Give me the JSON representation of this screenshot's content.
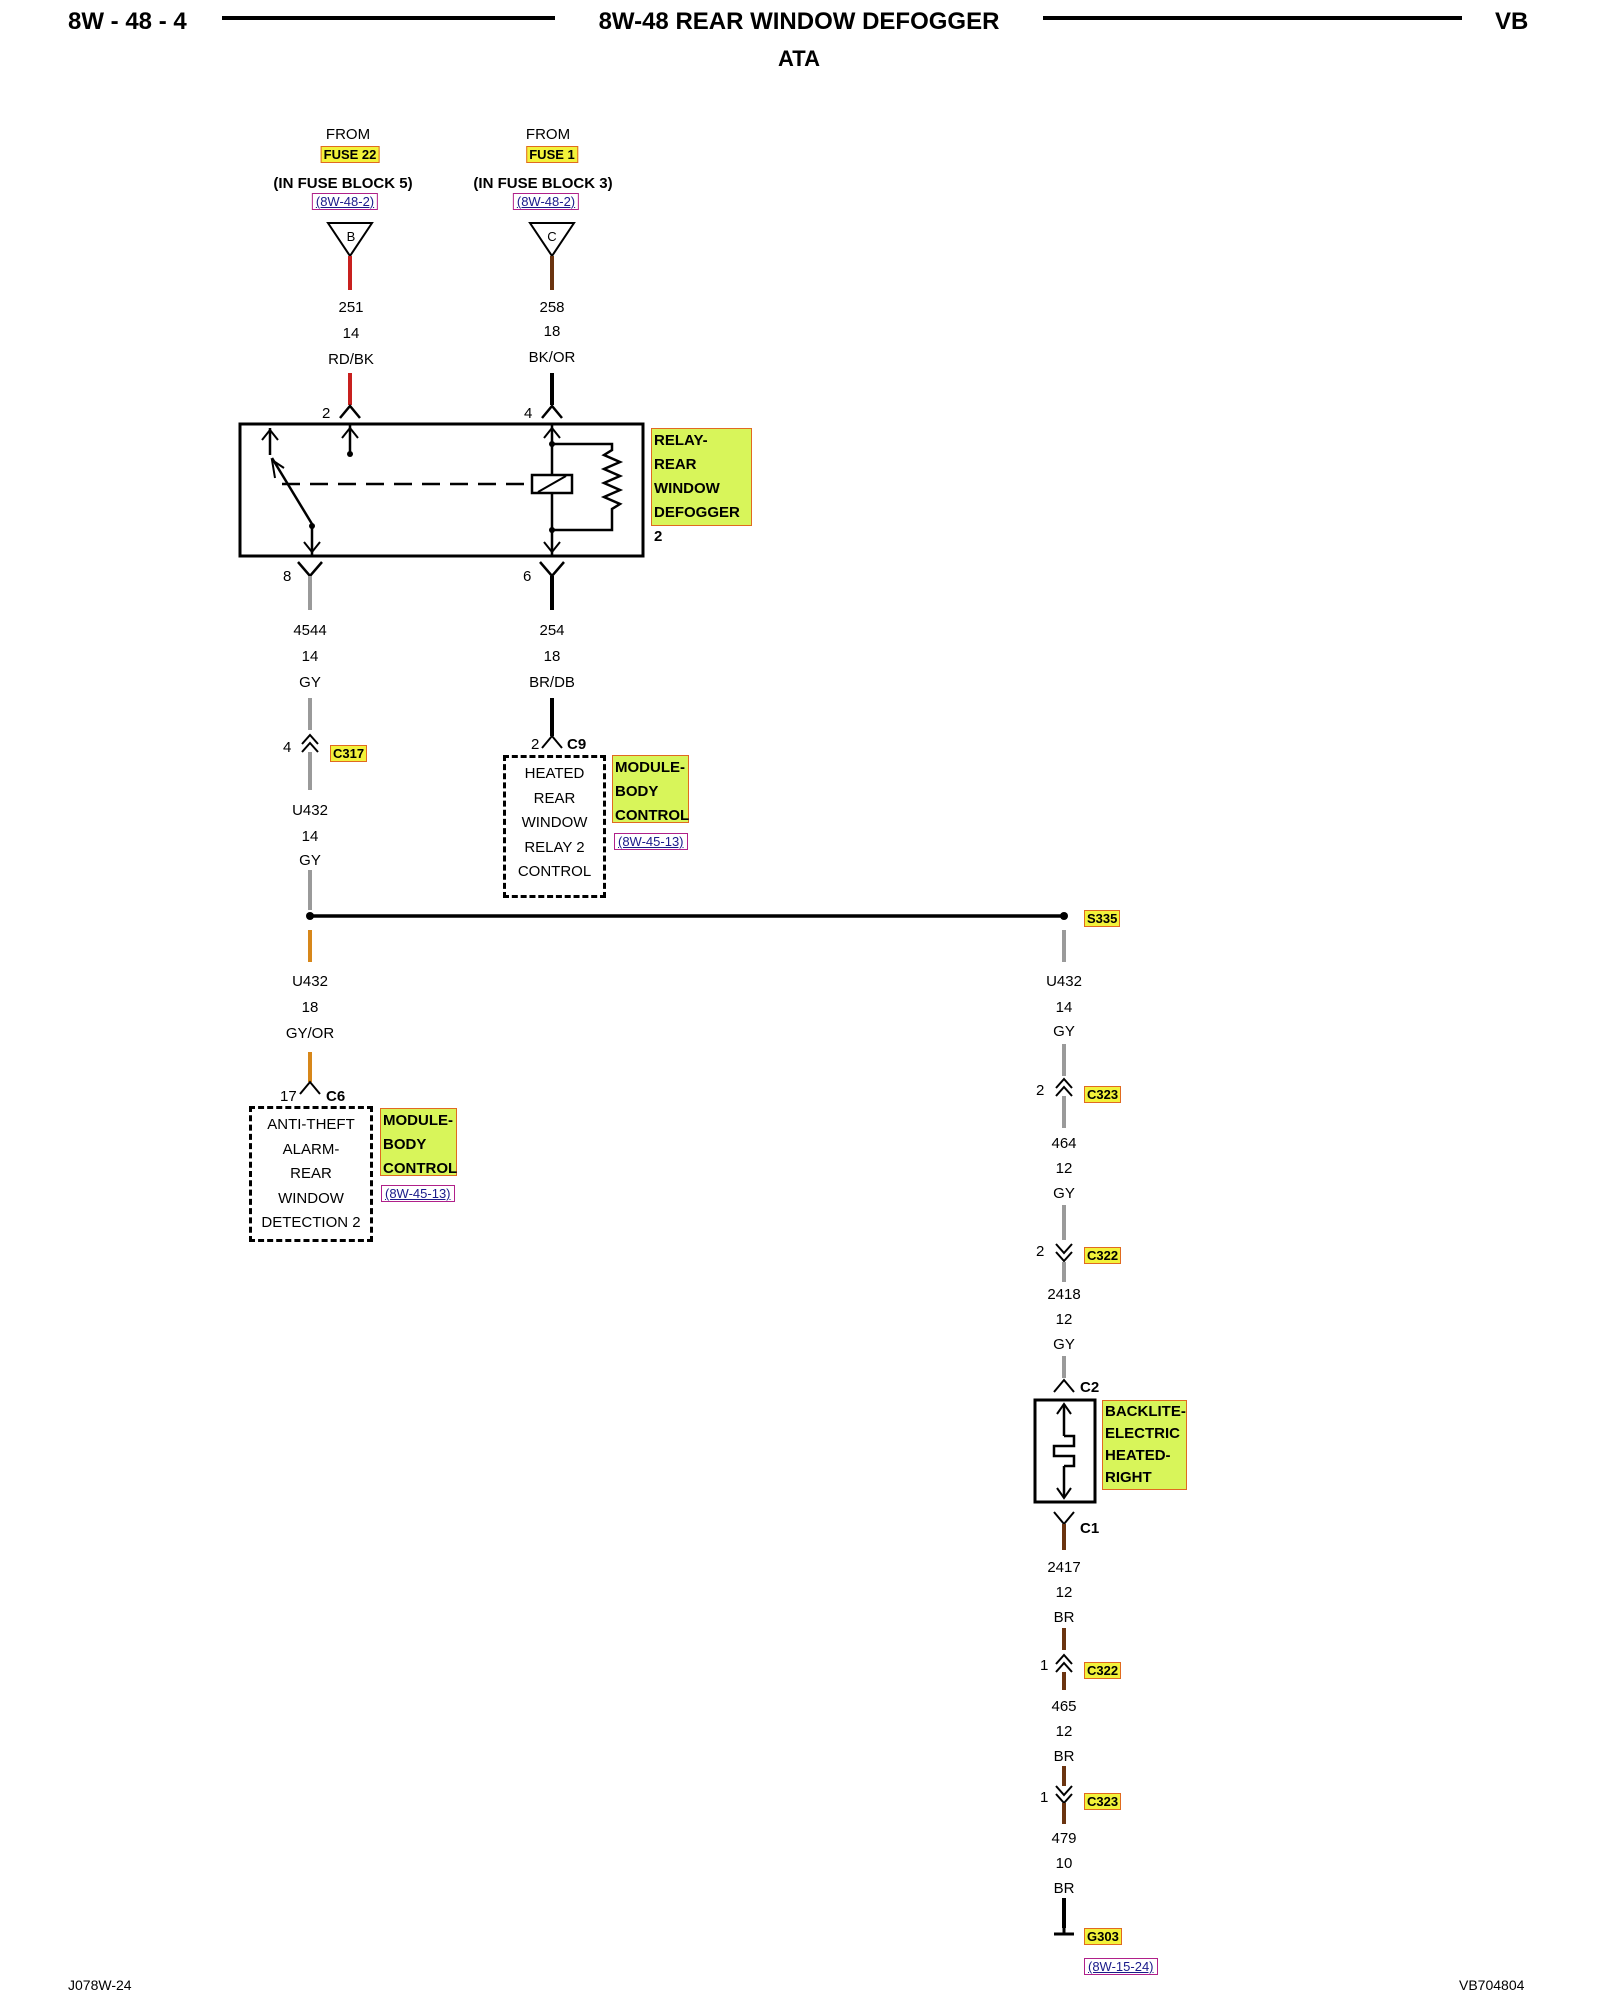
{
  "header": {
    "page_id": "8W - 48 - 4",
    "title": "8W-48 REAR WINDOW DEFOGGER",
    "subtitle": "ATA",
    "badge": "VB"
  },
  "footer": {
    "left": "J078W-24",
    "right": "VB704804"
  },
  "sources": [
    {
      "from": "FROM",
      "fuse": "FUSE 22",
      "block": "(IN FUSE BLOCK 5)",
      "ref": "(8W-48-2)",
      "terminal": "B",
      "circuit": "251",
      "gauge": "14",
      "color": "RD/BK",
      "pin": "2"
    },
    {
      "from": "FROM",
      "fuse": "FUSE 1",
      "block": "(IN FUSE BLOCK 3)",
      "ref": "(8W-48-2)",
      "terminal": "C",
      "circuit": "258",
      "gauge": "18",
      "color": "BK/OR",
      "pin": "4"
    }
  ],
  "relay": {
    "lines": [
      "RELAY-",
      "REAR",
      "WINDOW",
      "DEFOGGER 2"
    ],
    "pin_left": "8",
    "pin_right": "6"
  },
  "wires": {
    "w4544": {
      "circuit": "4544",
      "gauge": "14",
      "color": "GY"
    },
    "w254": {
      "circuit": "254",
      "gauge": "18",
      "color": "BR/DB"
    },
    "u432a": {
      "circuit": "U432",
      "gauge": "14",
      "color": "GY"
    },
    "u432b": {
      "circuit": "U432",
      "gauge": "18",
      "color": "GY/OR"
    },
    "u432c": {
      "circuit": "U432",
      "gauge": "14",
      "color": "GY"
    },
    "w464": {
      "circuit": "464",
      "gauge": "12",
      "color": "GY"
    },
    "w2418": {
      "circuit": "2418",
      "gauge": "12",
      "color": "GY"
    },
    "w2417": {
      "circuit": "2417",
      "gauge": "12",
      "color": "BR"
    },
    "w465": {
      "circuit": "465",
      "gauge": "12",
      "color": "BR"
    },
    "w479": {
      "circuit": "479",
      "gauge": "10",
      "color": "BR"
    }
  },
  "connectors": {
    "c317": {
      "pin": "4",
      "label": "C317"
    },
    "c9": {
      "pin": "2",
      "label": "C9"
    },
    "s335": {
      "label": "S335"
    },
    "c6": {
      "pin": "17",
      "label": "C6"
    },
    "c323a": {
      "pin": "2",
      "label": "C323"
    },
    "c322a": {
      "pin": "2",
      "label": "C322"
    },
    "c2": {
      "label": "C2"
    },
    "c1": {
      "label": "C1"
    },
    "c322b": {
      "pin": "1",
      "label": "C322"
    },
    "c323b": {
      "pin": "1",
      "label": "C323"
    },
    "g303": {
      "label": "G303",
      "ref": "(8W-15-24)"
    }
  },
  "modules": {
    "heated": {
      "lines": [
        "HEATED",
        "REAR",
        "WINDOW",
        "RELAY 2",
        "CONTROL"
      ],
      "name": [
        "MODULE-",
        "BODY",
        "CONTROL"
      ],
      "ref": "(8W-45-13)"
    },
    "antitheft": {
      "lines": [
        "ANTI-THEFT",
        "ALARM-",
        "REAR",
        "WINDOW",
        "DETECTION 2"
      ],
      "name": [
        "MODULE-",
        "BODY",
        "CONTROL"
      ],
      "ref": "(8W-45-13)"
    },
    "backlite": {
      "name": [
        "BACKLITE-",
        "ELECTRIC",
        "HEATED-",
        "RIGHT"
      ]
    }
  },
  "wire_colors": {
    "red": "#c8201e",
    "brown": "#6b3410",
    "gray": "#9a9a9a",
    "orange": "#d7871a",
    "black": "#000000"
  }
}
